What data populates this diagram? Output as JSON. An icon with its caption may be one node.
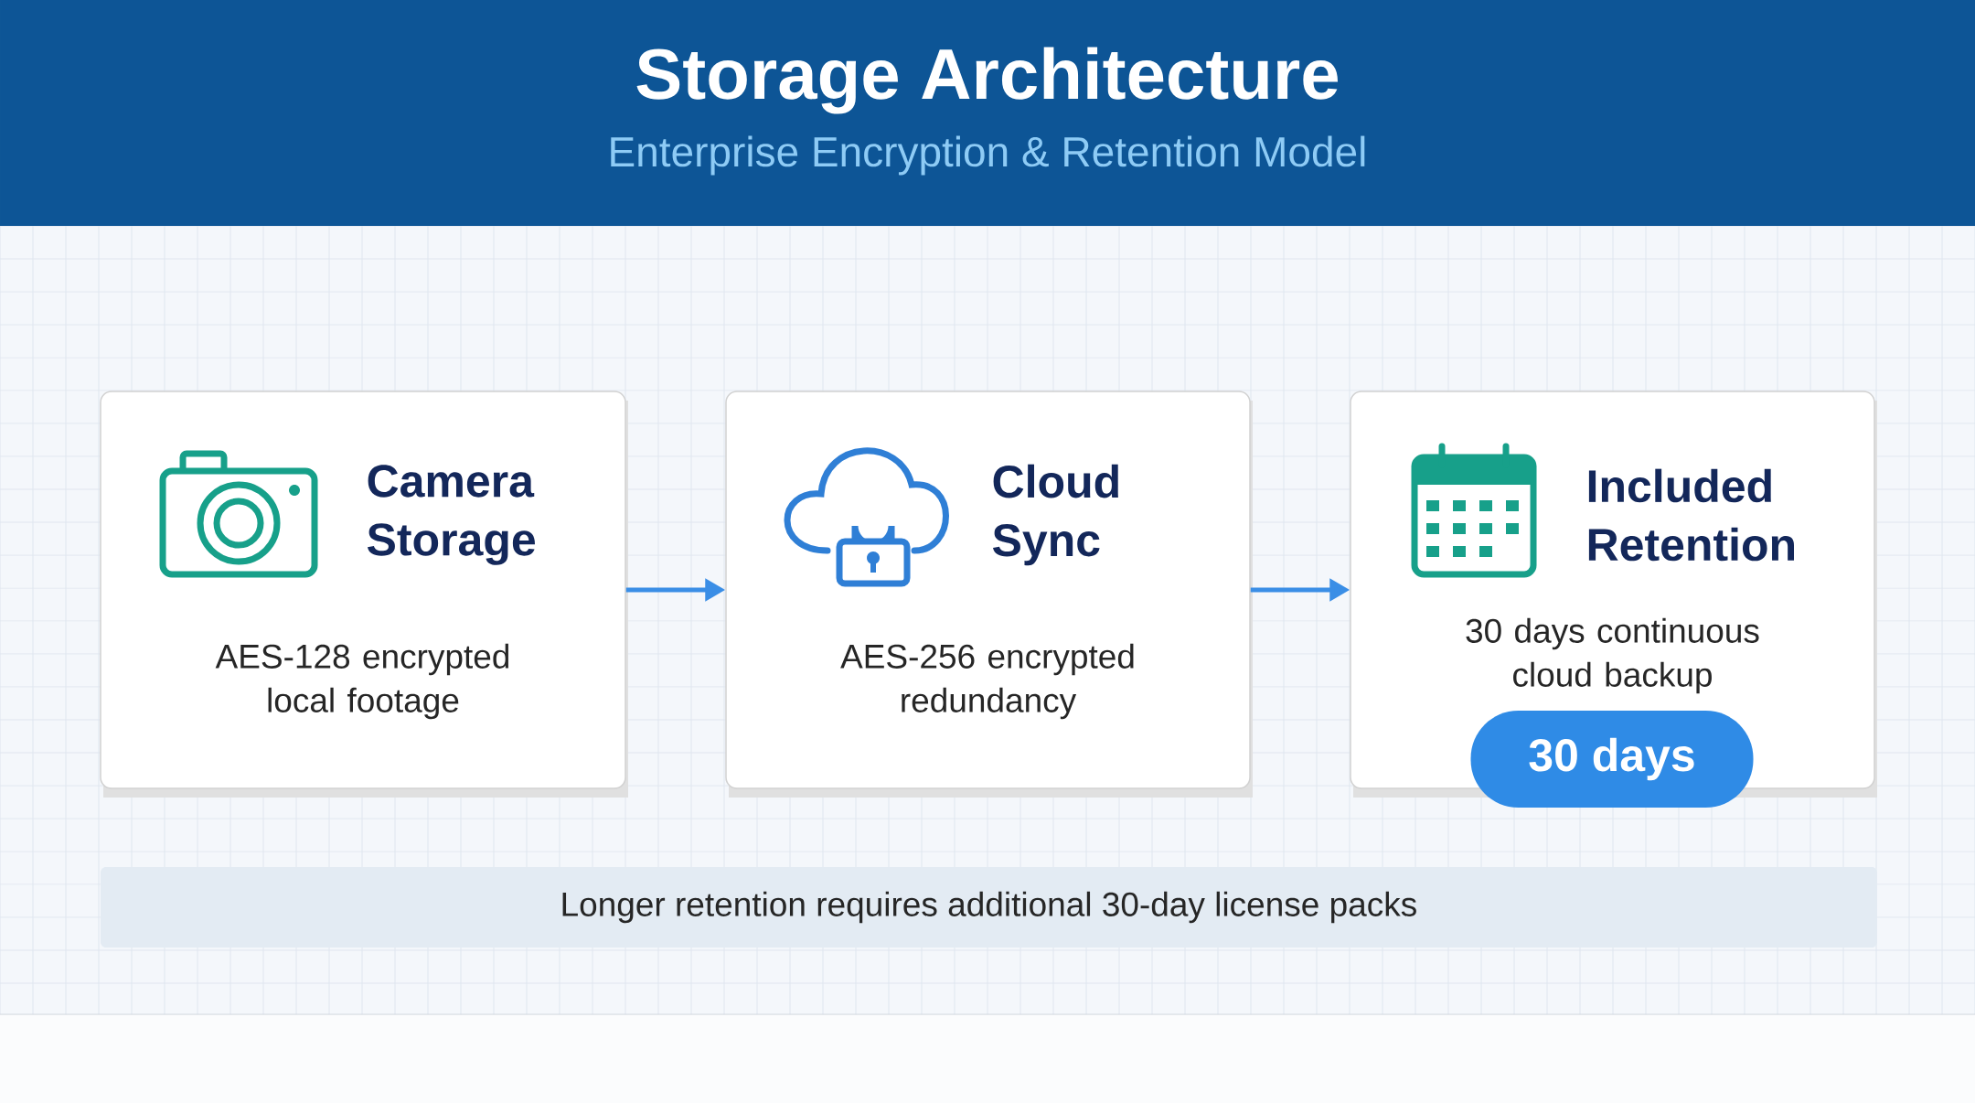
{
  "diagram": {
    "title": "Storage Architecture",
    "caption": "Enterprise Encryption & Retention Model",
    "nodes": [
      {
        "text": [
          "Camera Storage",
          "AES-128 encrypted local footage"
        ]
      },
      {
        "text": [
          "Cloud Sync",
          "AES-256 encrypted redundancy"
        ]
      },
      {
        "text": [
          "Included Retention",
          "30 days continuous cloud backup"
        ]
      },
      {
        "text": [
          "30 days"
        ]
      },
      {
        "text": [
          "Longer retention requires additional 30-day license packs"
        ]
      }
    ],
    "edges": [
      {
        "from": 0,
        "to": 1,
        "arrow": "to"
      },
      {
        "from": 1,
        "to": 2,
        "arrow": "to"
      }
    ]
  }
}
